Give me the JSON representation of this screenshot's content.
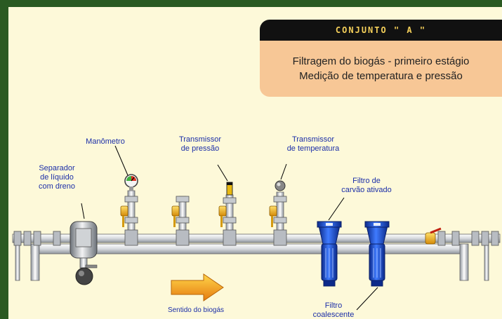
{
  "header": {
    "title": "CONJUNTO \" A \"",
    "line1": "Filtragem do biogás - primeiro estágio",
    "line2": "Medição de temperatura e pressão"
  },
  "labels": {
    "manometro": "Manômetro",
    "transmissor_pressao_1": "Transmissor",
    "transmissor_pressao_2": "de pressão",
    "transmissor_temperatura_1": "Transmissor",
    "transmissor_temperatura_2": "de temperatura",
    "separador_1": "Separador",
    "separador_2": "de líquido",
    "separador_3": "com dreno",
    "filtro_carvao_1": "Filtro de",
    "filtro_carvao_2": "carvão ativado",
    "filtro_coalescente_1": "Filtro",
    "filtro_coalescente_2": "coalescente",
    "sentido": "Sentido do biogás"
  },
  "colors": {
    "background": "#fdf9d9",
    "border": "#2a5a22",
    "label_text": "#1c2fa8",
    "header_title_bg": "#111111",
    "header_title_text": "#f5d05a",
    "header_body_bg": "#f7c796",
    "filter_blue": "#1f4fd8",
    "arrow": "#f5a020"
  }
}
